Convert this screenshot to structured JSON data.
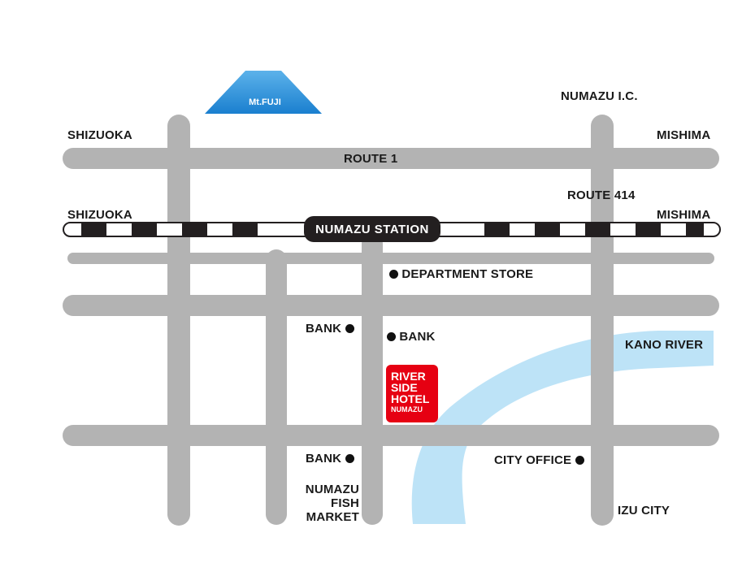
{
  "colors": {
    "road": "#b3b3b3",
    "river": "#bde3f7",
    "rail_dark": "#231f20",
    "hotel": "#e60012",
    "mountain": "#2e8fd6"
  },
  "icons": [
    "mountain-icon",
    "railway-line",
    "landmark-dot-icon",
    "hotel-badge"
  ],
  "mountain": {
    "label": "Mt.FUJI"
  },
  "labels": {
    "numazu_ic": "NUMAZU  I.C.",
    "shizuoka_top": "SHIZUOKA",
    "mishima_top": "MISHIMA",
    "route1": "ROUTE 1",
    "route414": "ROUTE 414",
    "shizuoka_rail": "SHIZUOKA",
    "mishima_rail": "MISHIMA",
    "department_store": "DEPARTMENT STORE",
    "bank_1": "BANK",
    "bank_2": "BANK",
    "bank_3": "BANK",
    "kano_river": "KANO RIVER",
    "city_office": "CITY OFFICE",
    "fish_market_1": "NUMAZU",
    "fish_market_2": "FISH",
    "fish_market_3": "MARKET",
    "izu_city": "IZU CITY"
  },
  "station": {
    "label": "NUMAZU STATION"
  },
  "hotel": {
    "line1": "RIVER",
    "line2": "SIDE",
    "line3": "HOTEL",
    "line4": "NUMAZU"
  }
}
